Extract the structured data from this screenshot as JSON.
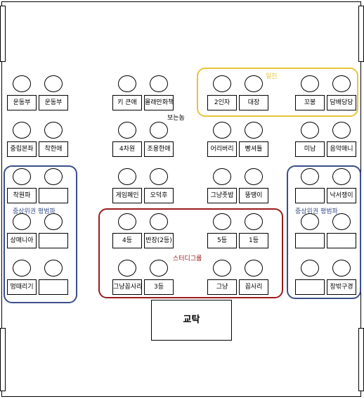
{
  "groups": {
    "iljin": {
      "label": "일진",
      "color": "#e8c43a"
    },
    "left_group": {
      "label": "중상위권 평범파",
      "color": "#3a4f8c"
    },
    "right_group": {
      "label": "중상위권 평범파",
      "color": "#3a4f8c"
    },
    "study": {
      "label": "스터디그룹",
      "color": "#9b1c1c"
    }
  },
  "note": "보는놈",
  "teacher_desk": "교탁",
  "seats": [
    "운동부",
    "운동부",
    "키 큰애",
    "몰래만화책",
    "2인자",
    "대장",
    "꼬봉",
    "담배당당",
    "중립본좌",
    "착한애",
    "4차원",
    "조용한애",
    "어리버리",
    "빵셔틀",
    "미남",
    "음악매니",
    "착원파",
    "",
    "게임폐인",
    "오덕후",
    "그냥좃밥",
    "뚱땡이",
    "",
    "낙서쟁이",
    "상매니아",
    "",
    "4등",
    "반장(2등)",
    "5등",
    "1등",
    "",
    "",
    "멍때리기",
    "",
    "그냥꼽사리",
    "3등",
    "그냥",
    "꼽사리",
    "",
    "창밖구경"
  ]
}
